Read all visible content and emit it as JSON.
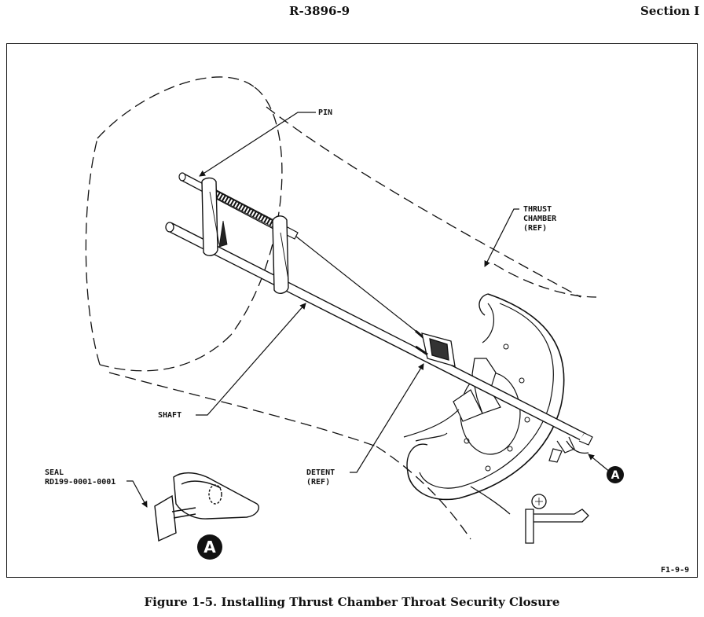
{
  "header": {
    "doc_number": "R-3896-9",
    "section": "Section I"
  },
  "figure": {
    "labels": {
      "pin": "PIN",
      "thrust_chamber_l1": "THRUST",
      "thrust_chamber_l2": "CHAMBER",
      "thrust_chamber_l3": "(REF)",
      "shaft": "SHAFT",
      "detent_l1": "DETENT",
      "detent_l2": "(REF)",
      "seal_l1": "SEAL",
      "seal_l2": "RD199-0001-0001",
      "callout_a": "A",
      "detail_a": "A"
    },
    "figure_id": "F1-9-9"
  },
  "caption": "Figure 1-5.  Installing Thrust Chamber Throat Security Closure"
}
